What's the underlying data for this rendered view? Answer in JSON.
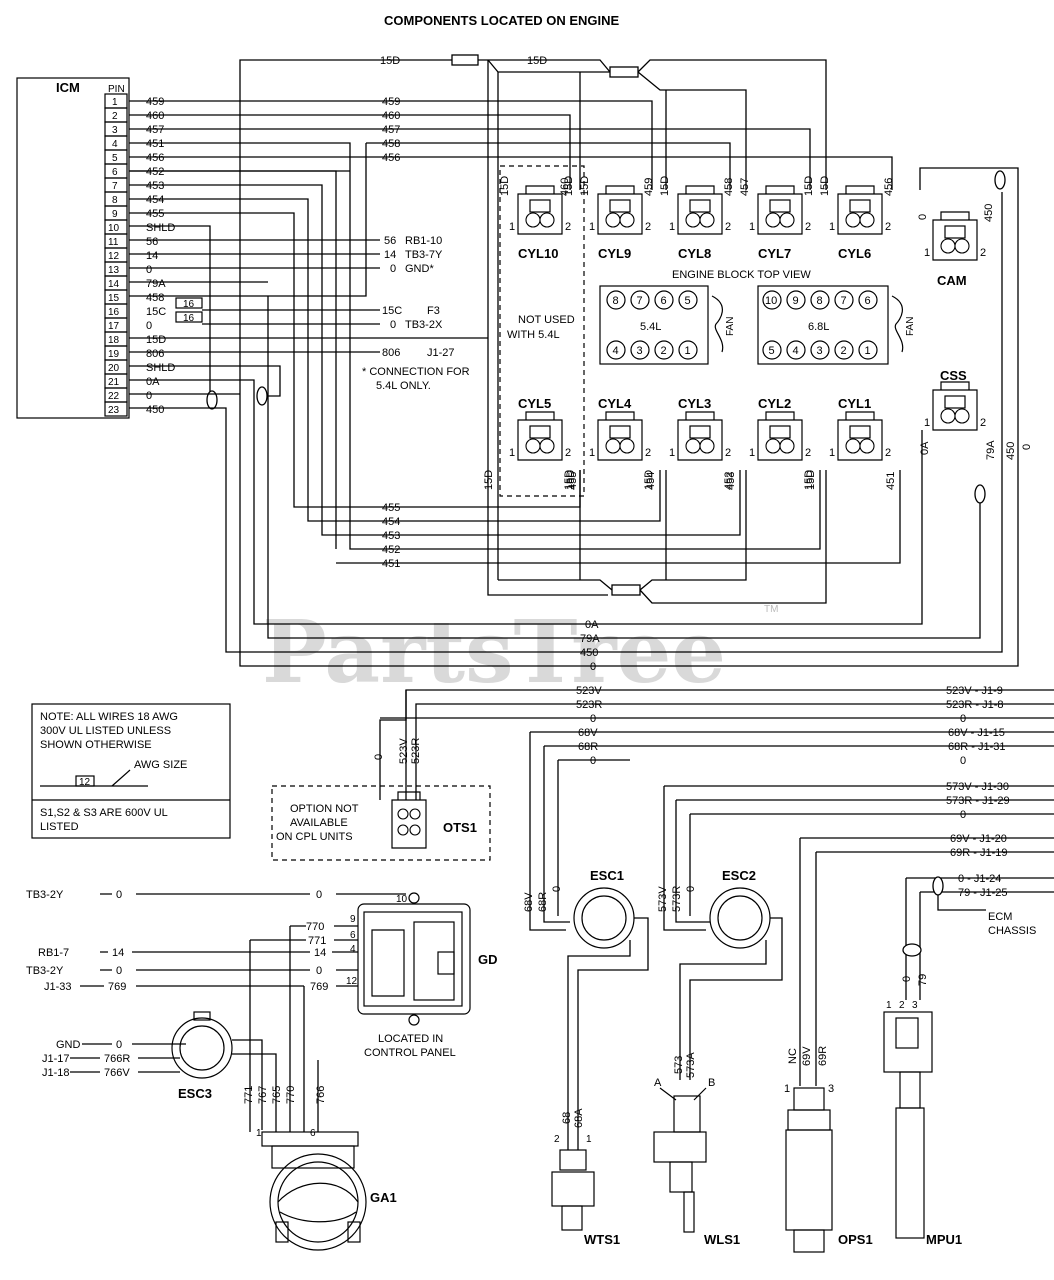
{
  "title": "COMPONENTS LOCATED ON ENGINE",
  "watermark": "PartsTree",
  "watermark_tm": "TM",
  "icm": {
    "label": "ICM",
    "pin_header": "PIN",
    "pins": [
      {
        "pin": "1",
        "wire": "459"
      },
      {
        "pin": "2",
        "wire": "460"
      },
      {
        "pin": "3",
        "wire": "457"
      },
      {
        "pin": "4",
        "wire": "451"
      },
      {
        "pin": "5",
        "wire": "456"
      },
      {
        "pin": "6",
        "wire": "452"
      },
      {
        "pin": "7",
        "wire": "453"
      },
      {
        "pin": "8",
        "wire": "454"
      },
      {
        "pin": "9",
        "wire": "455"
      },
      {
        "pin": "10",
        "wire": "SHLD"
      },
      {
        "pin": "11",
        "wire": "56"
      },
      {
        "pin": "12",
        "wire": "14"
      },
      {
        "pin": "13",
        "wire": "0"
      },
      {
        "pin": "14",
        "wire": "79A"
      },
      {
        "pin": "15",
        "wire": "458"
      },
      {
        "pin": "16",
        "wire": "15C"
      },
      {
        "pin": "17",
        "wire": "0"
      },
      {
        "pin": "18",
        "wire": "15D"
      },
      {
        "pin": "19",
        "wire": "806"
      },
      {
        "pin": "20",
        "wire": "SHLD"
      },
      {
        "pin": "21",
        "wire": "0A"
      },
      {
        "pin": "22",
        "wire": "0"
      },
      {
        "pin": "23",
        "wire": "450"
      }
    ],
    "gauge_tags": [
      "16",
      "16"
    ]
  },
  "wire_labels": {
    "w15d_left": "15D",
    "w15d_right": "15D",
    "mid": [
      "459",
      "460",
      "457",
      "458",
      "456"
    ],
    "rb1_wire": "56",
    "rb1_dest": "RB1-10",
    "tb37y_wire": "14",
    "tb37y_dest": "TB3-7Y",
    "gnd_wire": "0",
    "gnd_dest": "GND*",
    "f3_wire": "15C",
    "f3_dest": "F3",
    "tb32x_wire": "0",
    "tb32x_dest": "TB3-2X",
    "j127_wire": "806",
    "j127_dest": "J1-27",
    "note_star": "* CONNECTION FOR",
    "note_star2": "5.4L ONLY.",
    "bottom_bus": [
      "455",
      "454",
      "453",
      "452",
      "451"
    ],
    "bottom_bus2": [
      "0A",
      "79A",
      "450",
      "0"
    ]
  },
  "cylinders_top": [
    {
      "name": "CYL10",
      "w1": "15D",
      "w2": "15D",
      "w3": "460"
    },
    {
      "name": "CYL9",
      "w1": "15D",
      "w2": "459"
    },
    {
      "name": "CYL8",
      "w1": "15D",
      "w2": "458"
    },
    {
      "name": "CYL7",
      "w1": "457",
      "w2": "15D"
    },
    {
      "name": "CYL6",
      "w1": "15D",
      "w2": "456"
    }
  ],
  "cylinders_bottom": [
    {
      "name": "CYL5",
      "w1": "15D",
      "w2": "15D",
      "w3": "455"
    },
    {
      "name": "CYL4",
      "w1": "15D",
      "w2": "454"
    },
    {
      "name": "CYL3",
      "w1": "15D",
      "w2": "453"
    },
    {
      "name": "CYL2",
      "w1": "452",
      "w2": "15D"
    },
    {
      "name": "CYL1",
      "w1": "15D",
      "w2": "451"
    }
  ],
  "pin_nums": {
    "one": "1",
    "two": "2",
    "three": "3"
  },
  "engine_block": {
    "label": "ENGINE BLOCK TOP VIEW",
    "not_used": "NOT USED",
    "not_used2": "WITH 5.4L",
    "v54": {
      "label": "5.4L",
      "top": [
        "8",
        "7",
        "6",
        "5"
      ],
      "bottom": [
        "4",
        "3",
        "2",
        "1"
      ],
      "fan": "FAN"
    },
    "v68": {
      "label": "6.8L",
      "top": [
        "10",
        "9",
        "8",
        "7",
        "6"
      ],
      "bottom": [
        "5",
        "4",
        "3",
        "2",
        "1"
      ],
      "fan": "FAN"
    }
  },
  "cam": {
    "name": "CAM",
    "w1": "0",
    "w2": "450"
  },
  "css": {
    "name": "CSS",
    "w1": "0A",
    "w2": "79A",
    "w3": "450",
    "w4": "0"
  },
  "note_box": {
    "line1": "NOTE: ALL WIRES 18 AWG",
    "line2": "300V UL LISTED UNLESS",
    "line3": "SHOWN OTHERWISE",
    "awg_num": "12",
    "awg_label": "AWG SIZE",
    "line4": "S1,S2 & S3 ARE 600V UL",
    "line5": "LISTED"
  },
  "ots": {
    "name": "OTS1",
    "opt1": "OPTION NOT",
    "opt2": "AVAILABLE",
    "opt3": "ON CPL UNITS",
    "w0": "0",
    "w1": "523V",
    "w2": "523R"
  },
  "right_bus": [
    {
      "wire": "523V",
      "dest": "523V - J1-9"
    },
    {
      "wire": "523R",
      "dest": "523R - J1-8"
    },
    {
      "wire": "0",
      "dest": "0"
    },
    {
      "wire": "68V",
      "dest": "68V - J1-15"
    },
    {
      "wire": "68R",
      "dest": "68R - J1-31"
    },
    {
      "wire": "0",
      "dest": "0"
    },
    {
      "wire": "",
      "dest": "573V - J1-30"
    },
    {
      "wire": "",
      "dest": "573R - J1-29"
    },
    {
      "wire": "",
      "dest": "0"
    },
    {
      "wire": "",
      "dest": "69V - J1-20"
    },
    {
      "wire": "",
      "dest": "69R - J1-19"
    },
    {
      "wire": "",
      "dest": "0 - J1-24"
    },
    {
      "wire": "",
      "dest": "79 - J1-25"
    }
  ],
  "ecm_chassis": [
    "ECM",
    "CHASSIS"
  ],
  "esc1": {
    "name": "ESC1",
    "w1": "68V",
    "w2": "68R",
    "w3": "0"
  },
  "esc2": {
    "name": "ESC2",
    "w1": "573V",
    "w2": "573R",
    "w3": "0"
  },
  "gd": {
    "name": "GD",
    "located1": "LOCATED IN",
    "located2": "CONTROL PANEL",
    "left": [
      {
        "src": "TB3-2Y",
        "wire": "0"
      },
      {
        "src": "RB1-7",
        "wire": "14"
      },
      {
        "src": "TB3-2Y",
        "wire": "0"
      },
      {
        "src": "J1-33",
        "wire": "769"
      }
    ],
    "pins": [
      "770",
      "771",
      "14",
      "0",
      "769"
    ],
    "top_wire": "0",
    "pinno": [
      "10",
      "9",
      "6",
      "4",
      "12"
    ]
  },
  "esc3": {
    "name": "ESC3",
    "left": [
      {
        "src": "GND",
        "wire": "0"
      },
      {
        "src": "J1-17",
        "wire": "766R"
      },
      {
        "src": "J1-18",
        "wire": "766V"
      }
    ],
    "down": [
      "771",
      "767",
      "765",
      "770",
      "766"
    ]
  },
  "ga1": {
    "name": "GA1",
    "p1": "1",
    "p6": "6"
  },
  "wts1": {
    "name": "WTS1",
    "w1": "68",
    "w2": "68A",
    "p2": "2",
    "p1": "1"
  },
  "wls1": {
    "name": "WLS1",
    "w1": "573",
    "w2": "573A",
    "pa": "A",
    "pb": "B"
  },
  "ops1": {
    "name": "OPS1",
    "w1": "NC",
    "w2": "69V",
    "w3": "69R",
    "p1": "1",
    "p3": "3"
  },
  "mpu1": {
    "name": "MPU1",
    "w0": "0",
    "w79": "79",
    "p1": "1",
    "p2": "2",
    "p3": "3"
  }
}
